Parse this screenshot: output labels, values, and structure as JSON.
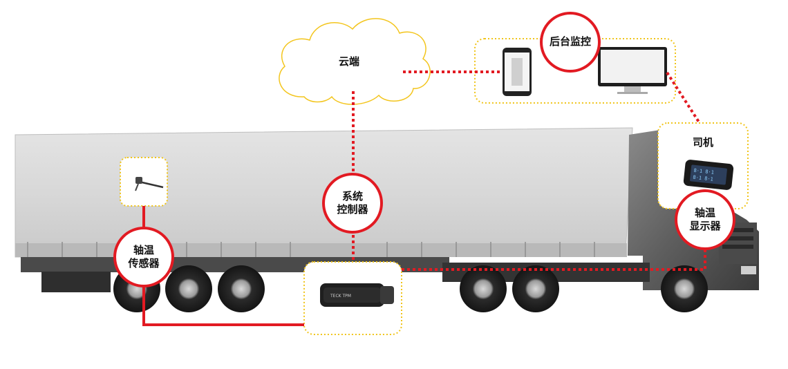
{
  "labels": {
    "cloud": "云端",
    "backend": "后台监控",
    "driver": "司机",
    "controller_line1": "系统",
    "controller_line2": "控制器",
    "sensor_line1": "轴温",
    "sensor_line2": "传感器",
    "display_line1": "轴温",
    "display_line2": "显示器"
  },
  "device_text": {
    "controller_brand": "TECK TPM"
  },
  "colors": {
    "link_red": "#e21a22",
    "box_yellow": "#f0c419",
    "cloud_outline": "#f3c51d"
  }
}
